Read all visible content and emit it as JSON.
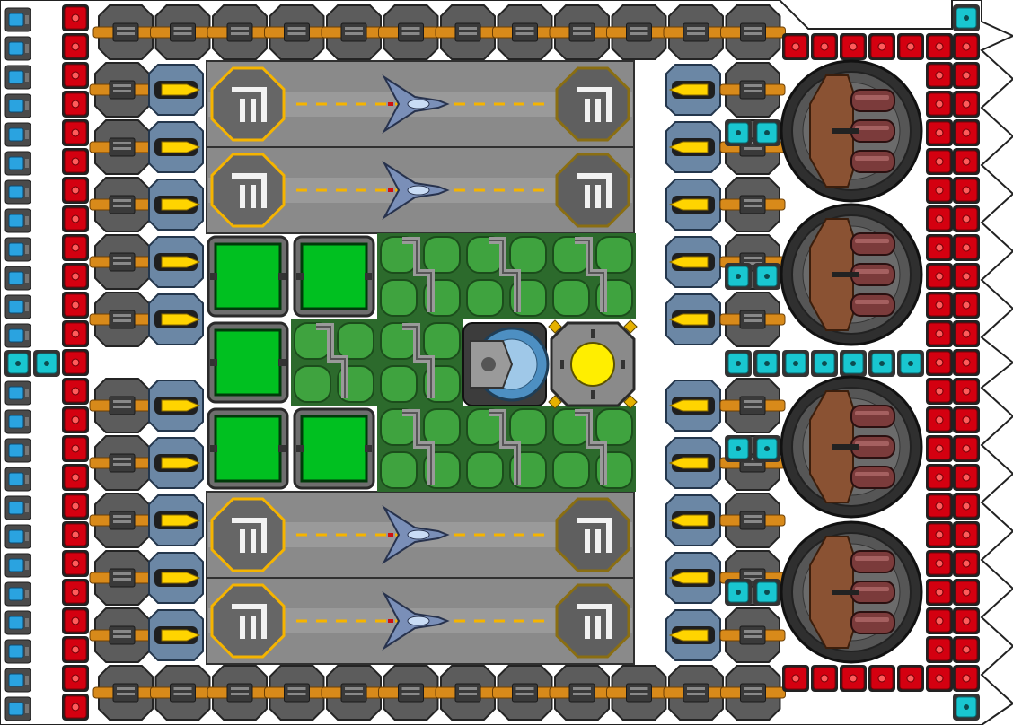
{
  "scene": {
    "title": "",
    "kind": "top-down ship builder grid"
  },
  "colors": {
    "background": "#ffffff",
    "hull_dark": "#3a3a3a",
    "panel_grey": "#8c8c8c",
    "runway_grey": "#8a8a8a",
    "runway_line": "#f5b400",
    "reactor_yellow": "#ffee00",
    "cargo_green": "#00c020",
    "pipe_green": "#3fa33f",
    "armor_red": "#d40010",
    "node_cyan": "#19c6d0",
    "battery_blue": "#2aa3e0",
    "turret_brown": "#8a5233",
    "turret_ring": "#2f2f2f",
    "thruster_orange": "#d88a1a"
  },
  "icons": {
    "runway_pad_glyph": "Π",
    "runway_pad_icon": "landing-pad-icon",
    "fighter_icon": "fighter-jet-icon",
    "reactor_icon": "reactor-core-icon",
    "shield_icon": "shield-generator-icon",
    "turret_icon": "triple-cannon-turret-icon",
    "thruster_icon": "thruster-icon",
    "laser_icon": "laser-cannon-icon",
    "armor_icon": "armor-block-icon",
    "battery_icon": "battery-cell-icon",
    "node_icon": "power-node-icon",
    "cargo_icon": "cargo-container-icon"
  },
  "modules": {
    "runways": 4,
    "cargo_containers": 6,
    "heavy_turrets": 4,
    "reactor_cores": 1,
    "shield_generators": 1
  }
}
